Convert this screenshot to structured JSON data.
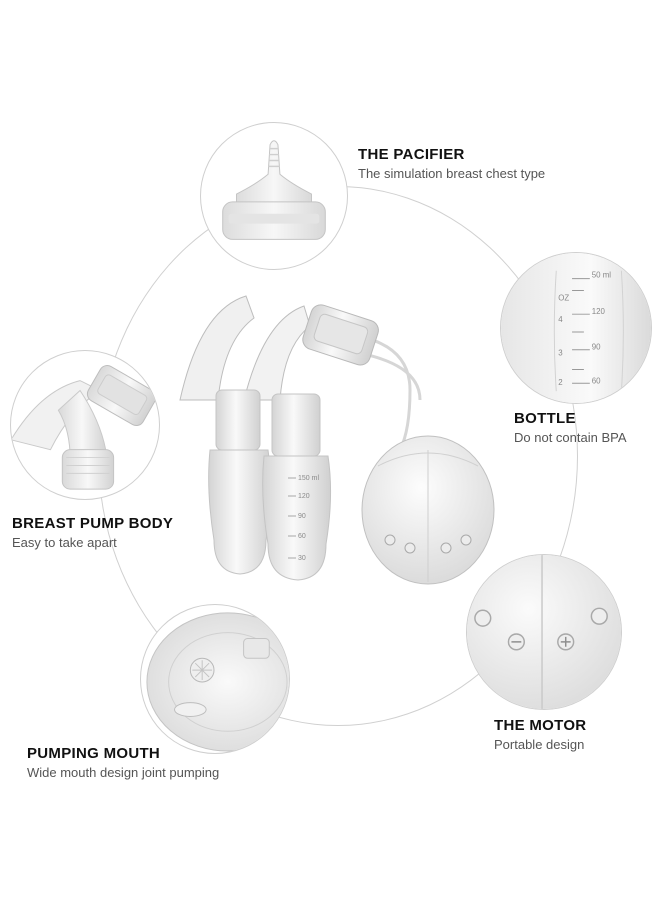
{
  "features": [
    {
      "title": "THE PACIFIER",
      "subtitle": "The simulation breast chest type",
      "icon": "pacifier-icon"
    },
    {
      "title": "BOTTLE",
      "subtitle": "Do not contain BPA",
      "icon": "bottle-icon"
    },
    {
      "title": "BREAST PUMP BODY",
      "subtitle": "Easy to take apart",
      "icon": "pump-body-icon"
    },
    {
      "title": "THE MOTOR",
      "subtitle": "Portable design",
      "icon": "motor-icon"
    },
    {
      "title": "PUMPING MOUTH",
      "subtitle": "Wide mouth design joint pumping",
      "icon": "pumping-mouth-icon"
    }
  ],
  "bottle_scale": [
    "50 ml",
    "OZ",
    "120",
    "4",
    "90",
    "3",
    "60",
    "2"
  ],
  "pump_bottle_scale": [
    "150 ml",
    "120",
    "90",
    "60",
    "30"
  ],
  "colors": {
    "outline": "#cfcfcf",
    "plastic": "#eeeeee",
    "plastic_shade": "#d6d6d6",
    "text_title": "#111111",
    "text_sub": "#555555"
  }
}
